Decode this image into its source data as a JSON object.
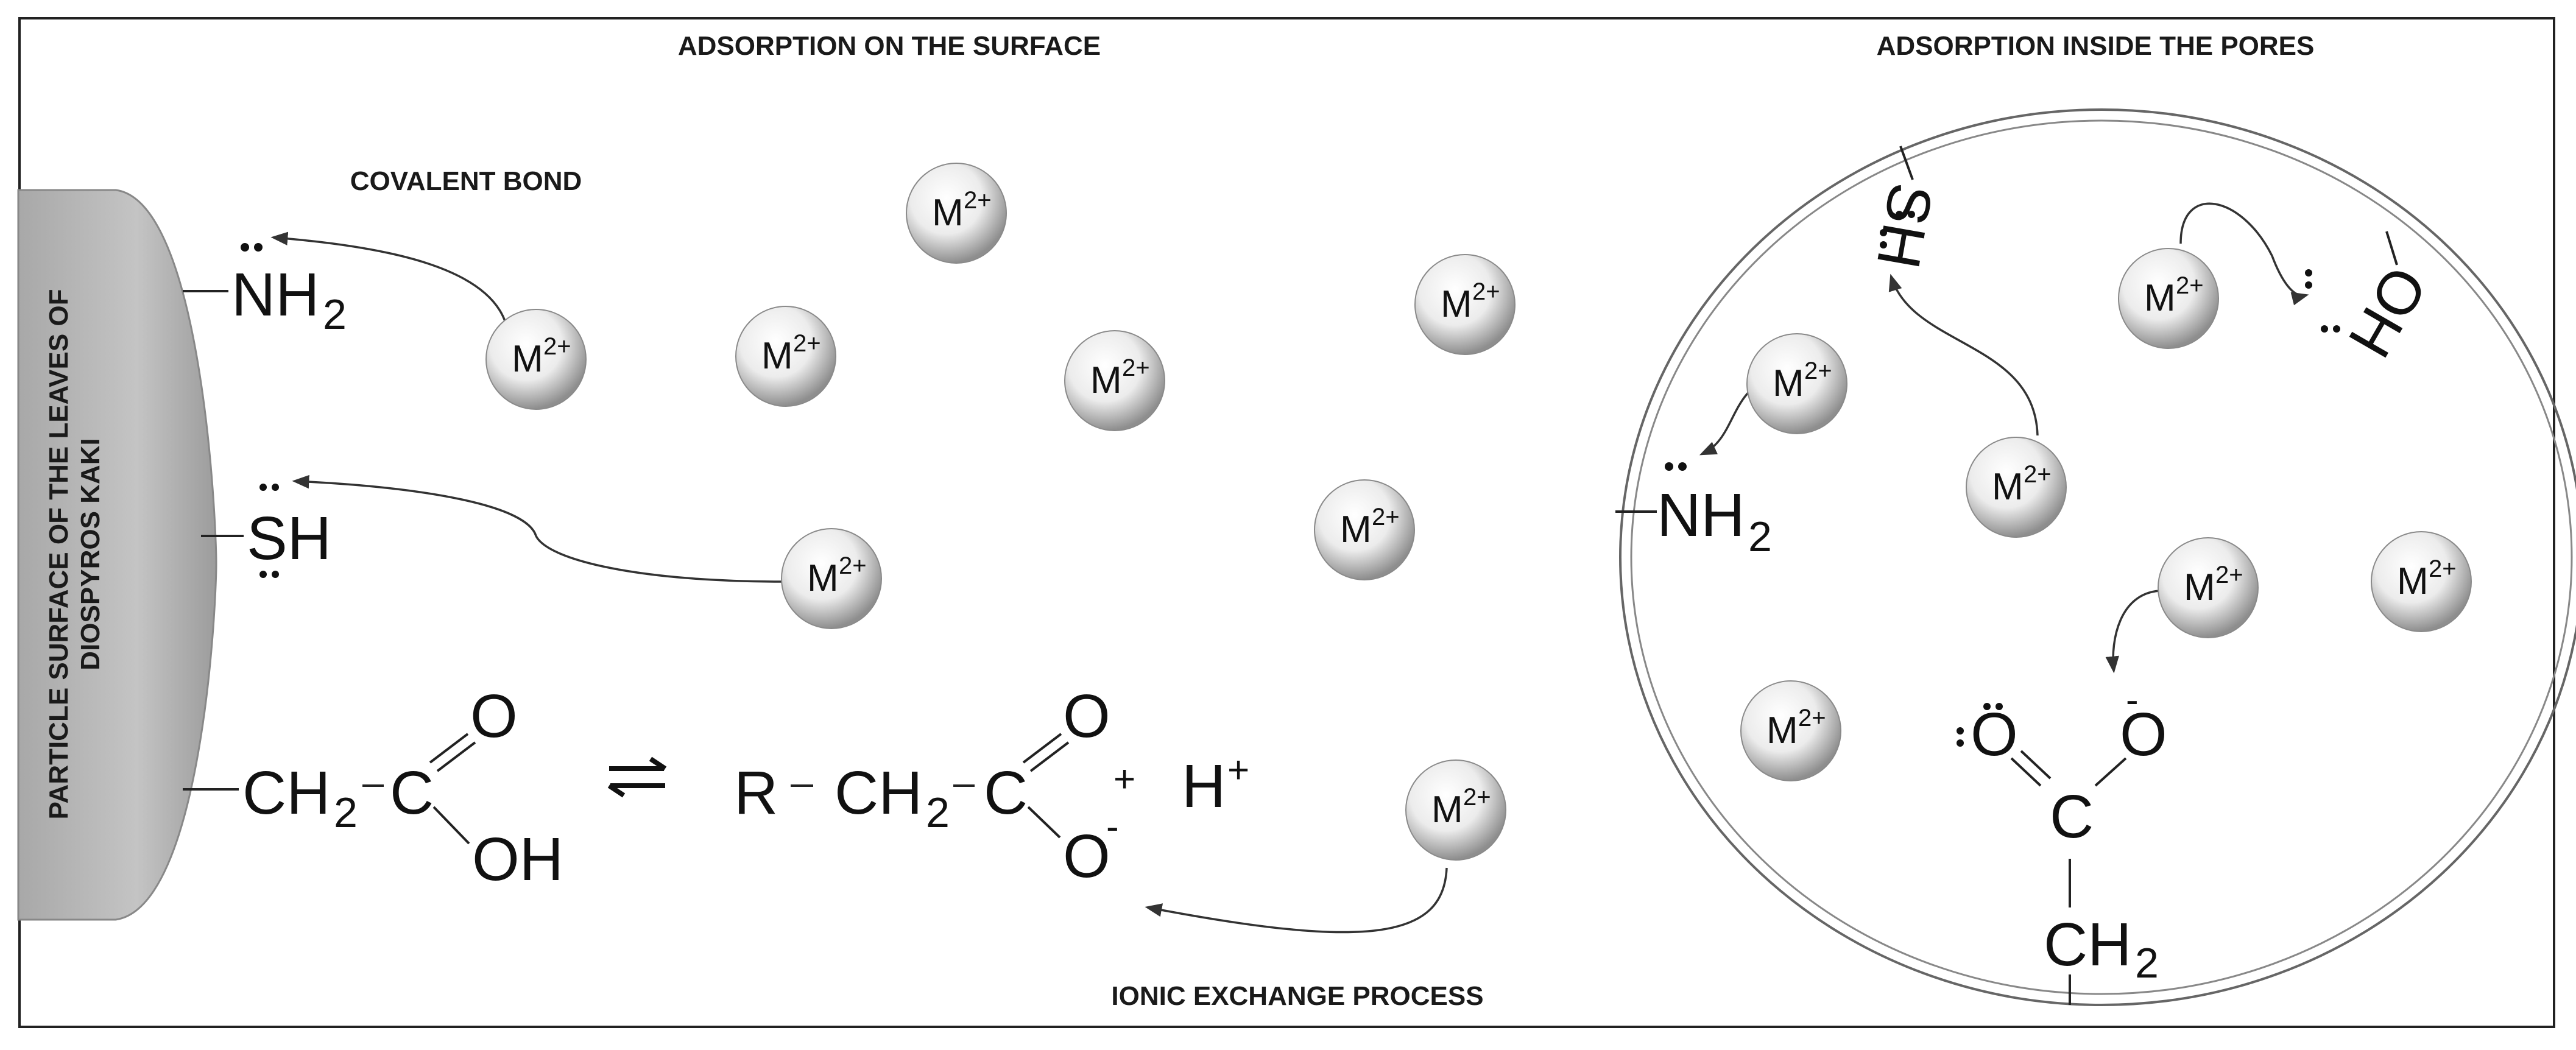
{
  "captions": {
    "surface_title": "ADSORPTION ON THE SURFACE",
    "pores_title": "ADSORPTION INSIDE THE PORES",
    "covalent": "COVALENT BOND",
    "ionic": "IONIC EXCHANGE PROCESS",
    "particle_line1": "PARTICLE SURFACE OF THE LEAVES OF",
    "particle_line2": "DIOSPYROS KAKI"
  },
  "groups": {
    "nh2_base": "NH",
    "nh2_sub": "2",
    "sh": "SH",
    "ch2": "CH",
    "two": "2",
    "c": "C",
    "o": "O",
    "oh": "OH",
    "r": "R",
    "h": "H",
    "plus": "+",
    "minus": "-"
  },
  "ion": {
    "base": "M",
    "charge": "2+"
  },
  "colors": {
    "particle": "#bdbdbd",
    "ion_light": "#ffffff",
    "ion_dark": "#9a9a9a"
  }
}
